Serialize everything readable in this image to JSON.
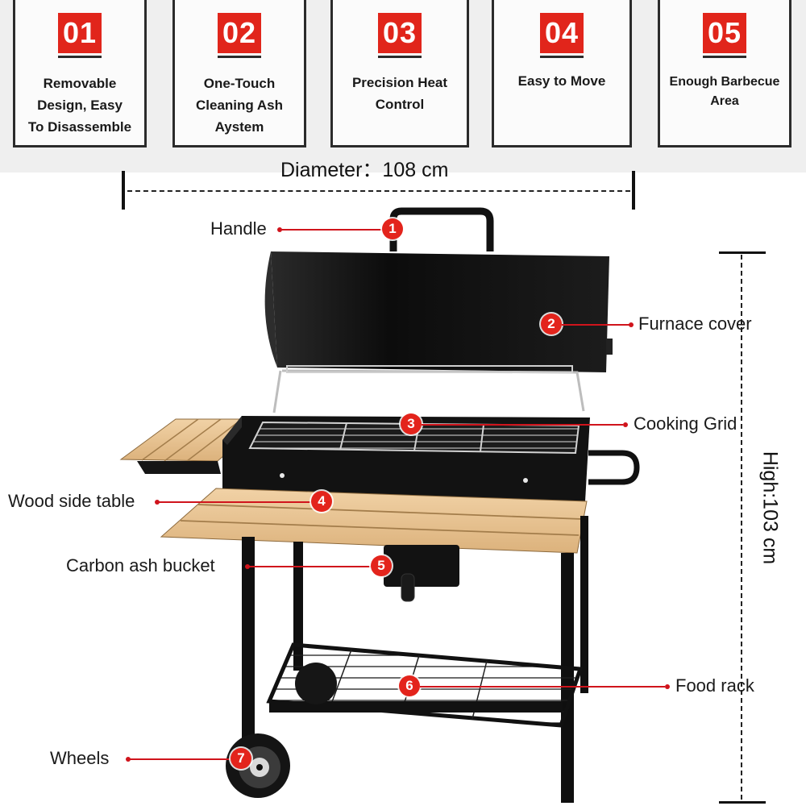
{
  "features": [
    {
      "number": "01",
      "lines": [
        "Removable",
        "Design, Easy",
        "To Disassemble"
      ]
    },
    {
      "number": "02",
      "lines": [
        "One-Touch",
        "Cleaning Ash",
        "Aystem"
      ]
    },
    {
      "number": "03",
      "lines": [
        "Precision Heat",
        "Control"
      ]
    },
    {
      "number": "04",
      "lines": [
        "Easy to Move"
      ]
    },
    {
      "number": "05",
      "lines": [
        "Enough Barbecue",
        "Area"
      ]
    }
  ],
  "dimensions": {
    "diameter": "Diameter：108 cm",
    "height": "High:103 cm"
  },
  "callouts": [
    {
      "number": "1",
      "label": "Handle"
    },
    {
      "number": "2",
      "label": "Furnace cover"
    },
    {
      "number": "3",
      "label": "Cooking Grid"
    },
    {
      "number": "4",
      "label": "Wood side table"
    },
    {
      "number": "5",
      "label": "Carbon ash bucket"
    },
    {
      "number": "6",
      "label": "Food rack"
    },
    {
      "number": "7",
      "label": "Wheels"
    }
  ],
  "colors": {
    "accent_red": "#e1251b",
    "frame_dark": "#2b2b2b",
    "wood": "#e9c596",
    "metal": "#141414"
  }
}
